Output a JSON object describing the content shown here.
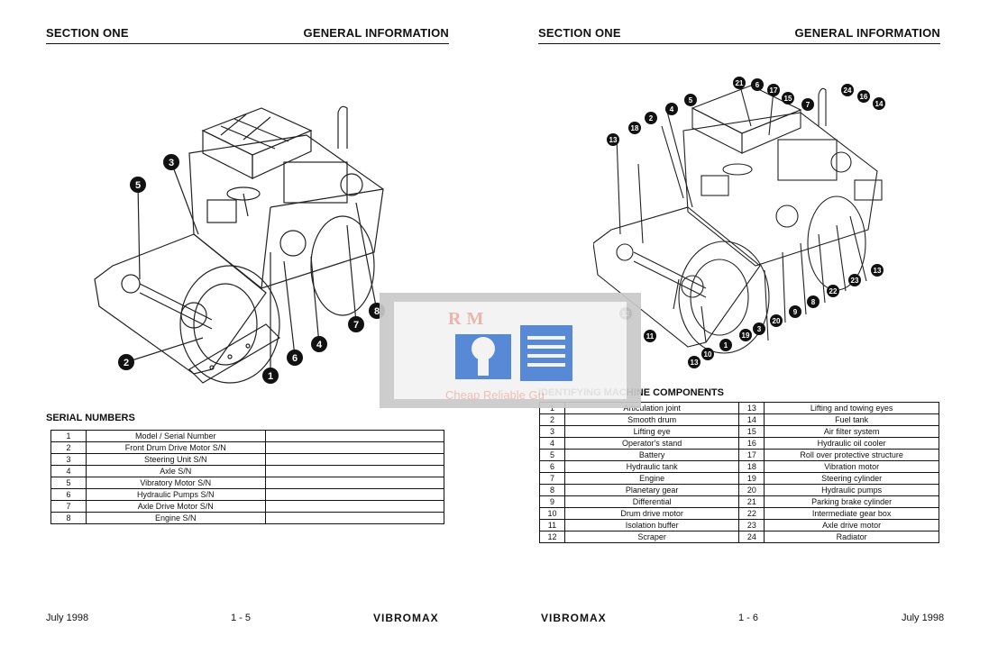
{
  "left_page": {
    "header_left": "SECTION ONE",
    "header_right": "GENERAL INFORMATION",
    "callouts": [
      "1",
      "2",
      "3",
      "4",
      "5",
      "6",
      "7",
      "8"
    ],
    "serial_numbers": {
      "heading": "SERIAL NUMBERS",
      "rows": [
        {
          "num": "1",
          "item": "Model / Serial Number",
          "value": ""
        },
        {
          "num": "2",
          "item": "Front Drum Drive Motor S/N",
          "value": ""
        },
        {
          "num": "3",
          "item": "Steering Unit S/N",
          "value": ""
        },
        {
          "num": "4",
          "item": "Axle S/N",
          "value": ""
        },
        {
          "num": "5",
          "item": "Vibratory Motor S/N",
          "value": ""
        },
        {
          "num": "6",
          "item": "Hydraulic Pumps S/N",
          "value": ""
        },
        {
          "num": "7",
          "item": "Axle Drive Motor S/N",
          "value": ""
        },
        {
          "num": "8",
          "item": "Engine S/N",
          "value": ""
        }
      ]
    },
    "footer_date": "July 1998",
    "page_number": "1 - 5",
    "logo": "VIBROMAX"
  },
  "right_page": {
    "header_left": "SECTION ONE",
    "header_right": "GENERAL INFORMATION",
    "callouts": [
      "21",
      "6",
      "17",
      "15",
      "7",
      "24",
      "16",
      "14",
      "5",
      "4",
      "2",
      "18",
      "13",
      "13",
      "12",
      "11",
      "13",
      "10",
      "1",
      "19",
      "3",
      "20",
      "9",
      "8",
      "22",
      "23"
    ],
    "components": {
      "heading": "IDENTIFYING MACHINE COMPONENTS",
      "rows": [
        {
          "n1": "1",
          "c1": "Articulation joint",
          "n2": "13",
          "c2": "Lifting and towing eyes"
        },
        {
          "n1": "2",
          "c1": "Smooth drum",
          "n2": "14",
          "c2": "Fuel tank"
        },
        {
          "n1": "3",
          "c1": "Lifting eye",
          "n2": "15",
          "c2": "Air filter system"
        },
        {
          "n1": "4",
          "c1": "Operator's stand",
          "n2": "16",
          "c2": "Hydraulic oil cooler"
        },
        {
          "n1": "5",
          "c1": "Battery",
          "n2": "17",
          "c2": "Roll over protective structure"
        },
        {
          "n1": "6",
          "c1": "Hydraulic tank",
          "n2": "18",
          "c2": "Vibration motor"
        },
        {
          "n1": "7",
          "c1": "Engine",
          "n2": "19",
          "c2": "Steering cylinder"
        },
        {
          "n1": "8",
          "c1": "Planetary gear",
          "n2": "20",
          "c2": "Hydraulic pumps"
        },
        {
          "n1": "9",
          "c1": "Differential",
          "n2": "21",
          "c2": "Parking brake cylinder"
        },
        {
          "n1": "10",
          "c1": "Drum drive motor",
          "n2": "22",
          "c2": "Intermediate gear box"
        },
        {
          "n1": "11",
          "c1": "Isolation buffer",
          "n2": "23",
          "c2": "Axle drive motor"
        },
        {
          "n1": "12",
          "c1": "Scraper",
          "n2": "24",
          "c2": "Radiator"
        }
      ]
    },
    "footer_date": "July 1998",
    "page_number": "1 - 6",
    "logo": "VIBROMAX"
  },
  "watermark": {
    "letters": "RM",
    "text": "Cheap Reliable Gu",
    "colors": {
      "panel": "#c9c9c9",
      "icon": "#4a7fd4",
      "text": "#f0b8b0"
    }
  }
}
